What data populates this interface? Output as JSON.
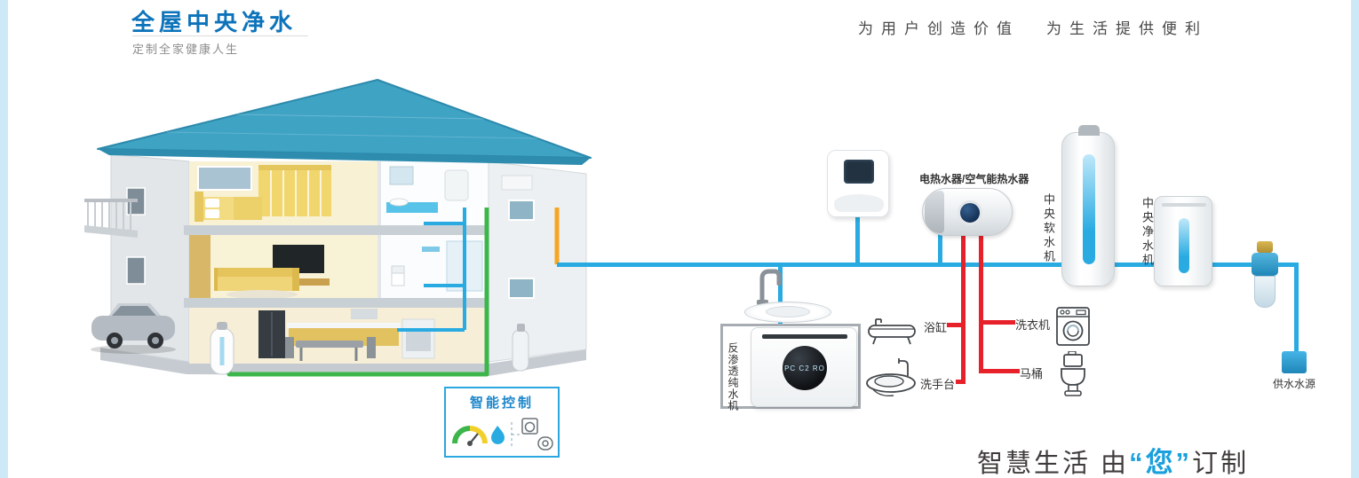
{
  "colors": {
    "brand_blue": "#0d73ba",
    "cold_water": "#29abe2",
    "hot_water": "#e62129",
    "pipe_green": "#3cb64b",
    "pipe_orange": "#f6a623"
  },
  "header": {
    "title": "全屋中央净水",
    "subtitle": "定制全家健康人生",
    "slogans": [
      "为用户创造价值",
      "为生活提供便利"
    ]
  },
  "smart_control": {
    "title": "智能控制"
  },
  "schematic": {
    "heater_label": "电热水器/空气能热水器",
    "softener_label": "中央软水机",
    "purifier_label": "中央净水机",
    "ro_label": "反渗透纯水机",
    "ro_display": "PC C2 RO",
    "bathtub_label": "浴缸",
    "basin_label": "洗手台",
    "washer_label": "洗衣机",
    "toilet_label": "马桶",
    "source_label": "供水水源"
  },
  "footer": {
    "prefix": "智慧生活 由",
    "quoted": "“您”",
    "suffix": "订制"
  },
  "icons": {
    "gauge_icon": "semicircle-gauge-shape",
    "water_drop_icon": "drop-shape",
    "faucet_icon": "faucet-outline",
    "bathtub_icon": "bathtub-outline",
    "basin_icon": "washbasin-outline",
    "washer_icon": "washing-machine-outline",
    "toilet_icon": "toilet-outline"
  }
}
